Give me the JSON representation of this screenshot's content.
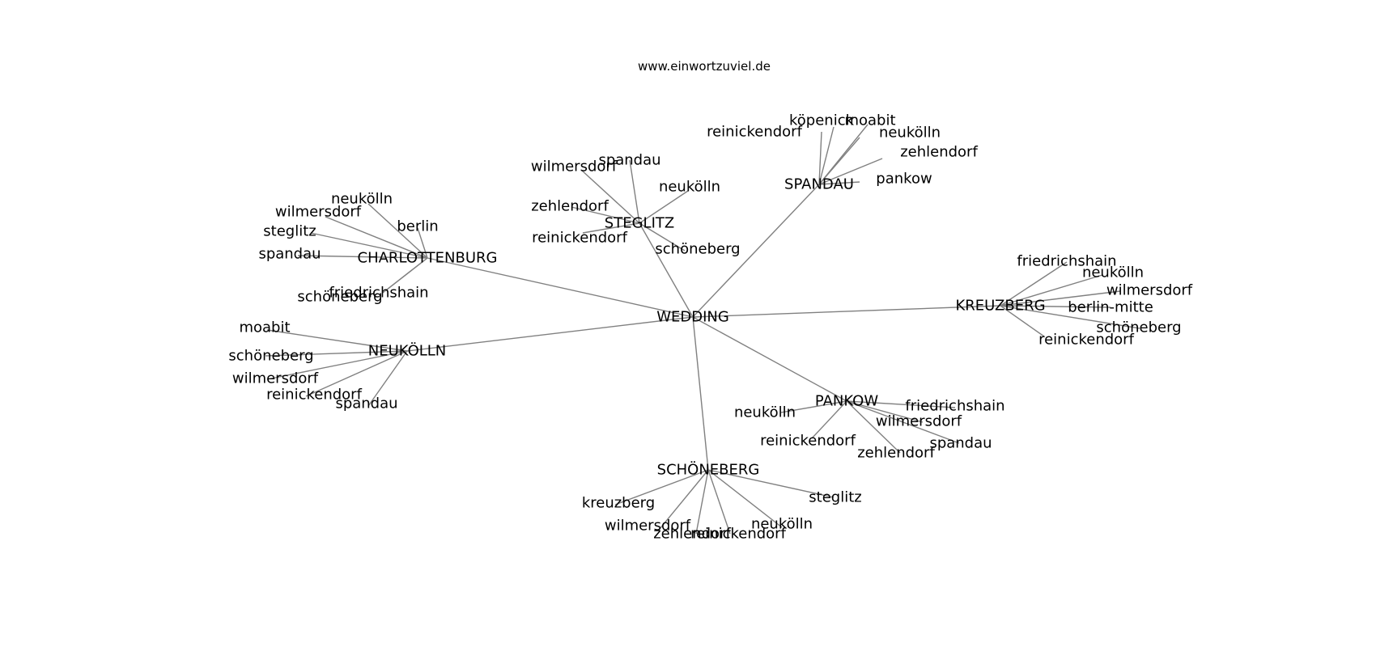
{
  "site": "www.einwortzuviel.de",
  "graph": {
    "center": "WEDDING",
    "hubs": [
      {
        "label": "SPANDAU",
        "leaves": [
          "reinickendorf",
          "köpenick",
          "moabit",
          "neukölln",
          "zehlendorf",
          "pankow"
        ]
      },
      {
        "label": "STEGLITZ",
        "leaves": [
          "wilmersdorf",
          "spandau",
          "neukölln",
          "zehlendorf",
          "reinickendorf",
          "schöneberg"
        ]
      },
      {
        "label": "CHARLOTTENBURG",
        "leaves": [
          "neukölln",
          "wilmersdorf",
          "berlin",
          "steglitz",
          "spandau",
          "schöneberg",
          "friedrichshain"
        ]
      },
      {
        "label": "KREUZBERG",
        "leaves": [
          "friedrichshain",
          "neukölln",
          "wilmersdorf",
          "berlin-mitte",
          "schöneberg",
          "reinickendorf"
        ]
      },
      {
        "label": "NEUKÖLLN",
        "leaves": [
          "moabit",
          "schöneberg",
          "wilmersdorf",
          "reinickendorf",
          "spandau"
        ]
      },
      {
        "label": "PANKOW",
        "leaves": [
          "neukölln",
          "friedrichshain",
          "wilmersdorf",
          "reinickendorf",
          "zehlendorf",
          "spandau"
        ]
      },
      {
        "label": "SCHÖNEBERG",
        "leaves": [
          "kreuzberg",
          "steglitz",
          "wilmersdorf",
          "zehlendorf",
          "reinickendorf",
          "neukölln"
        ]
      }
    ]
  }
}
